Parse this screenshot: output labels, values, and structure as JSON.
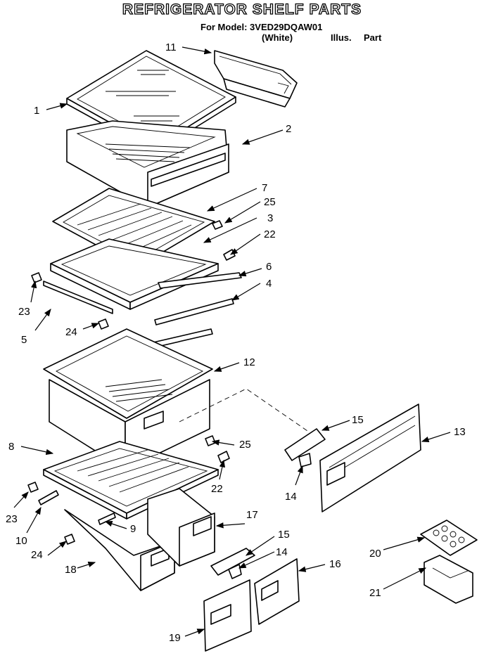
{
  "header": {
    "title": "REFRIGERATOR SHELF PARTS",
    "model_line": "For Model: 3VED29DQAW01",
    "color": "(White)",
    "illus": "Illus.",
    "part": "Part"
  },
  "callouts": [
    "1",
    "2",
    "3",
    "4",
    "5",
    "6",
    "7",
    "8",
    "9",
    "10",
    "11",
    "12",
    "13",
    "14",
    "15",
    "16",
    "17",
    "18",
    "19",
    "20",
    "21",
    "22",
    "23",
    "24",
    "25"
  ]
}
